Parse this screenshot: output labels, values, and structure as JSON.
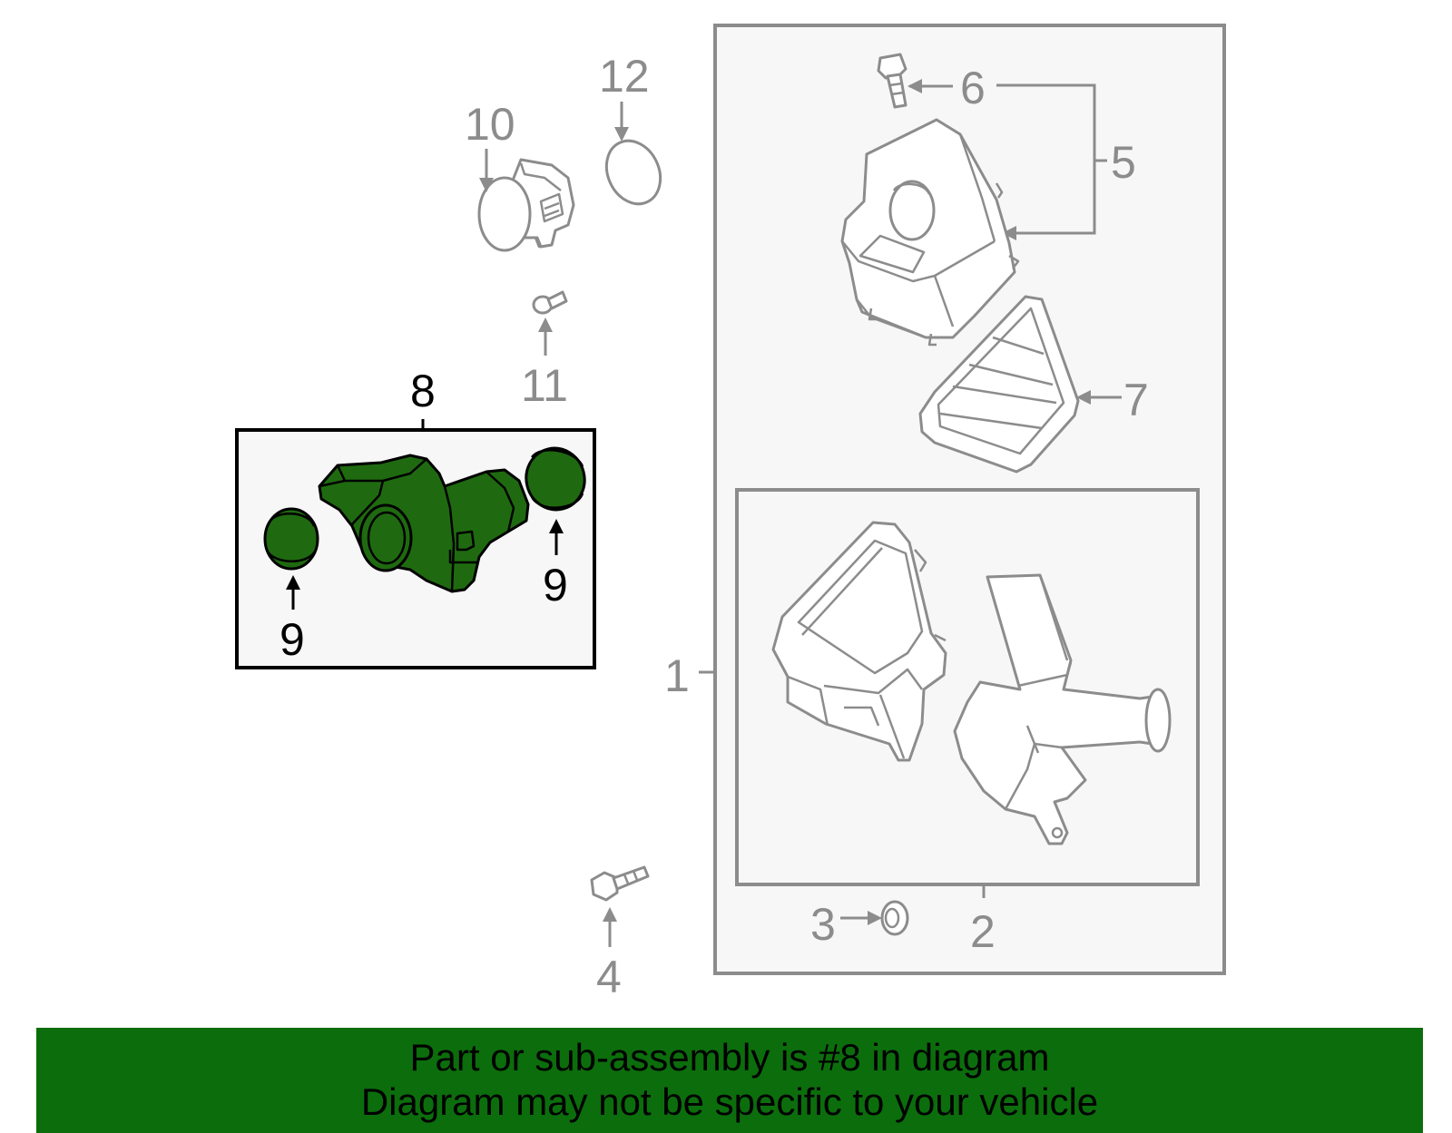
{
  "callouts": {
    "c1": "1",
    "c2": "2",
    "c3": "3",
    "c4": "4",
    "c5": "5",
    "c6": "6",
    "c7": "7",
    "c8": "8",
    "c9_left": "9",
    "c9_right": "9",
    "c10": "10",
    "c11": "11",
    "c12": "12"
  },
  "banner": {
    "line1": "Part or sub-assembly is #8 in diagram",
    "line2": "Diagram may not be specific to your vehicle"
  },
  "colors": {
    "highlight_part": "#1f6a10",
    "banner_background": "#0c6d0c",
    "inactive_part": "#8c8c8c",
    "box_fill": "#f7f7f7"
  }
}
